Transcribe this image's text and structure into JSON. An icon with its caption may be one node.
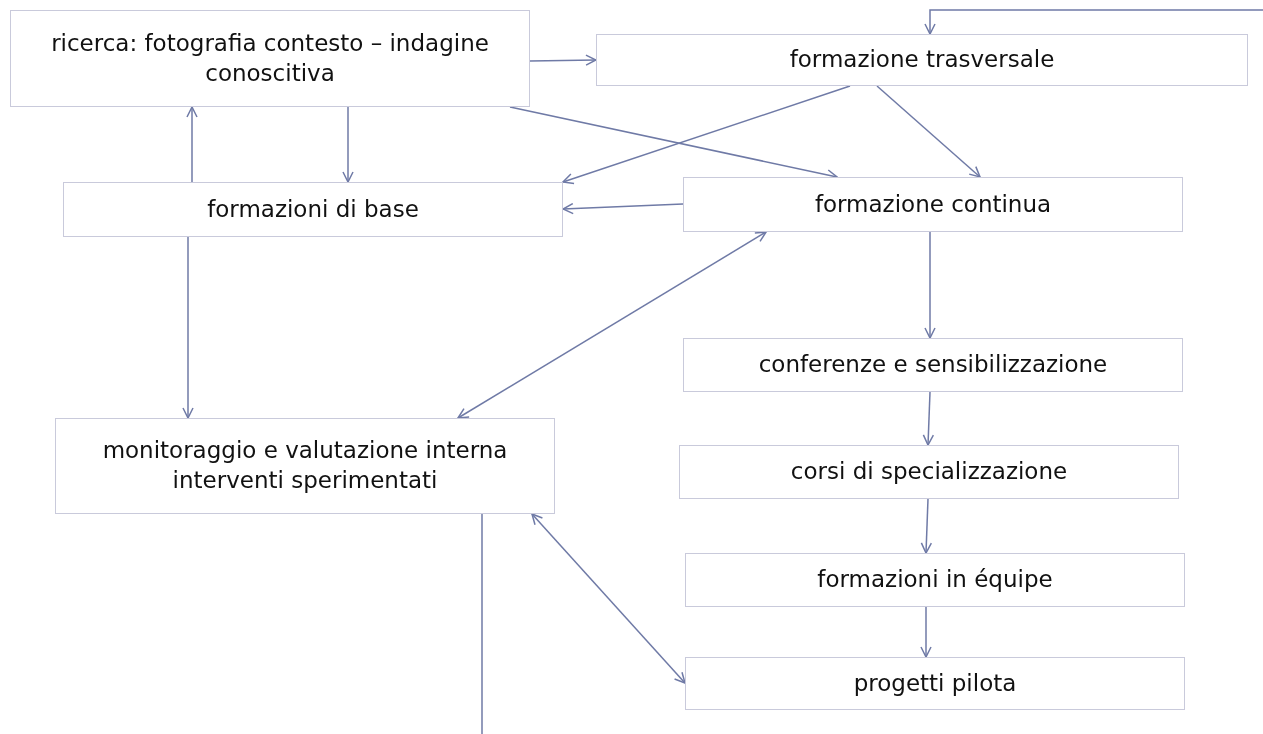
{
  "diagram": {
    "nodes": [
      {
        "text": [
          "ricerca: fotografia contesto – indagine conoscitiva"
        ]
      },
      {
        "text": [
          "formazione trasversale"
        ]
      },
      {
        "text": [
          "formazioni di base"
        ]
      },
      {
        "text": [
          "formazione continua"
        ]
      },
      {
        "text": [
          "conferenze e sensibilizzazione"
        ]
      },
      {
        "text": [
          "corsi di specializzazione"
        ]
      },
      {
        "text": [
          "formazioni in équipe"
        ]
      },
      {
        "text": [
          "progetti pilota"
        ]
      },
      {
        "text": [
          "monitoraggio e valutazione interna interventi sperimentati"
        ]
      }
    ],
    "edges": [
      {
        "from": 0,
        "to": 1,
        "arrow": "to"
      },
      {
        "from": 0,
        "to": 2,
        "arrow": "to"
      },
      {
        "from": 2,
        "to": 0,
        "arrow": "to"
      },
      {
        "from": 0,
        "to": 3,
        "arrow": "to"
      },
      {
        "from": 1,
        "to": 2,
        "arrow": "to"
      },
      {
        "from": 1,
        "to": 3,
        "arrow": "to"
      },
      {
        "from": 3,
        "to": 2,
        "arrow": "to"
      },
      {
        "from": 3,
        "to": 4,
        "arrow": "to"
      },
      {
        "from": 4,
        "to": 5,
        "arrow": "to"
      },
      {
        "from": 5,
        "to": 6,
        "arrow": "to"
      },
      {
        "from": 6,
        "to": 7,
        "arrow": "to"
      },
      {
        "from": 2,
        "to": 8,
        "arrow": "to"
      },
      {
        "from": 3,
        "to": 8,
        "arrow": "both"
      },
      {
        "from": 8,
        "to": 7,
        "arrow": "both"
      },
      {
        "from": null,
        "to": 1,
        "arrow": "to"
      },
      {
        "from": 8,
        "to": null,
        "arrow": "none"
      }
    ]
  }
}
